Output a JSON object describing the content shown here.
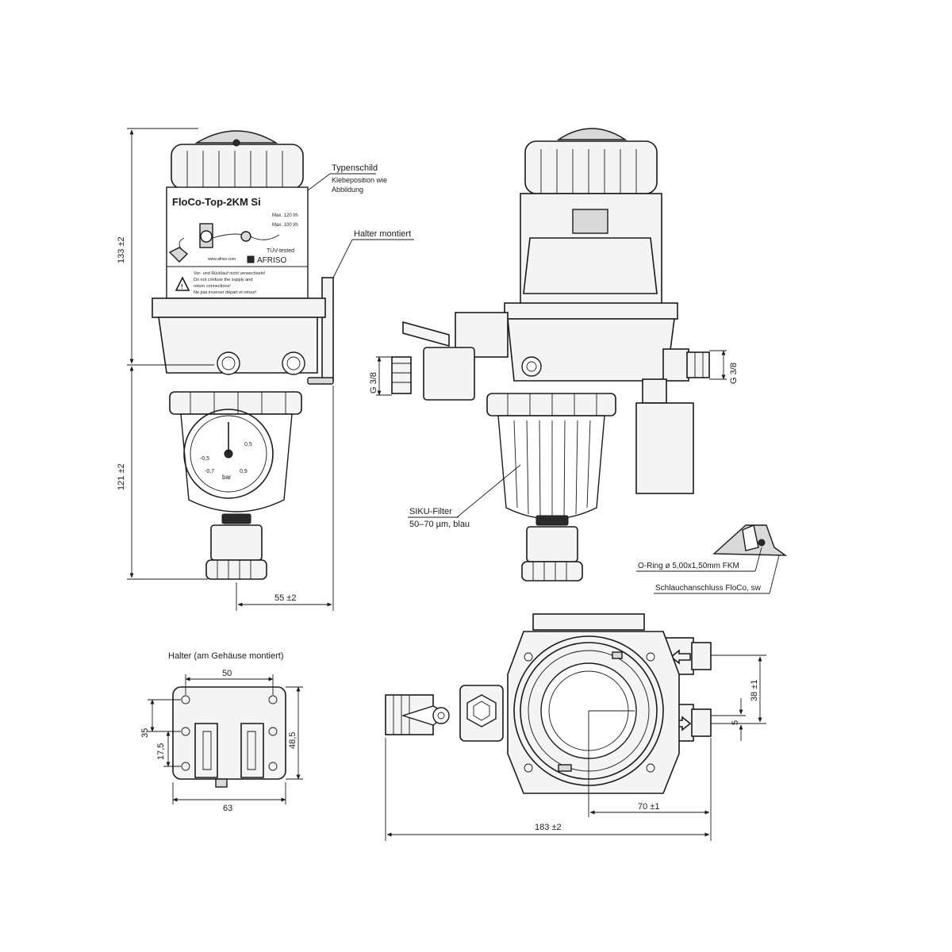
{
  "labels": {
    "typenschild": "Typenschild",
    "klebeposition_1": "Klebeposition wie",
    "klebeposition_2": "Abbildung",
    "halter_montiert": "Halter montiert",
    "siku_filter_1": "SIKU-Filter",
    "siku_filter_2": "50–70 µm, blau",
    "o_ring": "O-Ring  ø 5,00x1,50mm FKM",
    "schlauchanschluss": "Schlauchanschluss FloCo, sw",
    "halter_am_gehaeuse": "Halter (am Gehäuse montiert)"
  },
  "product_label": {
    "name": "FloCo-Top-2KM Si",
    "max_120": "Max. 120 l/h",
    "max_100": "Max. 100 l/h",
    "tuv": "TÜV-tested",
    "brand": "AFRISO",
    "website": "www.afriso.com",
    "warn_1": "Vor- und Rücklauf nicht verwechseln!",
    "warn_2": "Do not confuse the supply and",
    "warn_3": "return connections!",
    "warn_4": "Ne pas inverser départ et retour!"
  },
  "gauge": {
    "unit": "bar",
    "ticks": [
      "-0,5",
      "-0,7",
      "0,5",
      "0,9"
    ]
  },
  "dimensions": {
    "height_133": "133 ±2",
    "height_121": "121 ±2",
    "width_55": "55 ±2",
    "thread_left": "G 3/8",
    "thread_right": "G 3/8",
    "bracket_50": "50",
    "bracket_35": "35",
    "bracket_17_5": "17,5",
    "bracket_48_5": "48,5",
    "bracket_63": "63",
    "top_38": "38 ±1",
    "top_5": "5",
    "top_70": "70 ±1",
    "top_183": "183 ±2"
  }
}
